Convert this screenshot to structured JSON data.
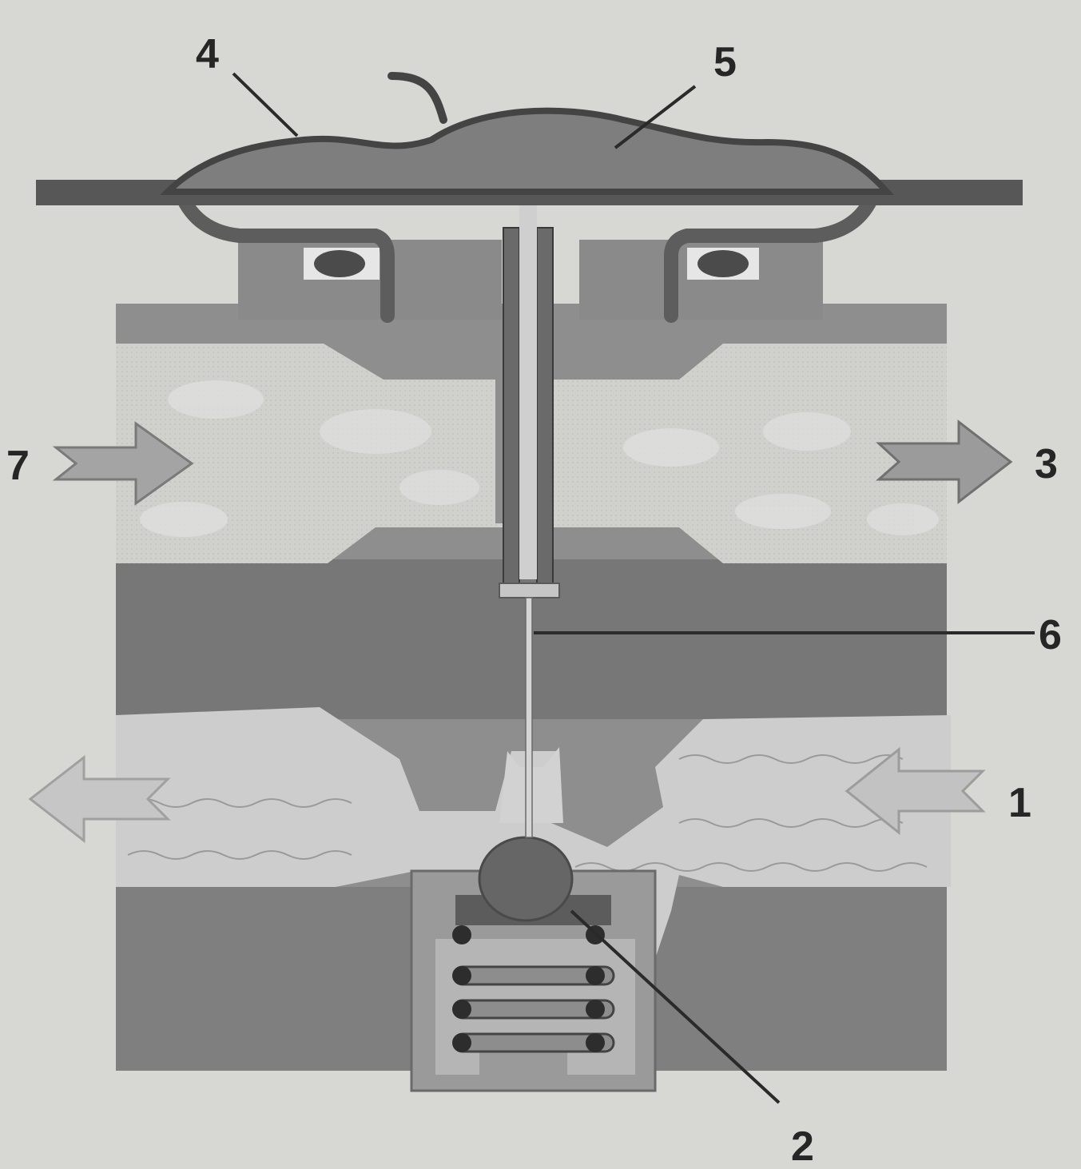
{
  "callouts": {
    "c1": "1",
    "c2": "2",
    "c3": "3",
    "c4": "4",
    "c5": "5",
    "c6": "6",
    "c7": "7"
  },
  "colors": {
    "background": "#d7d7d3",
    "body": "#8c8c8c",
    "dark": "#5f5f5f",
    "passage": "#c9c9c9",
    "diaphragm": "#7d7d7d",
    "ball": "#6b6b6b"
  }
}
